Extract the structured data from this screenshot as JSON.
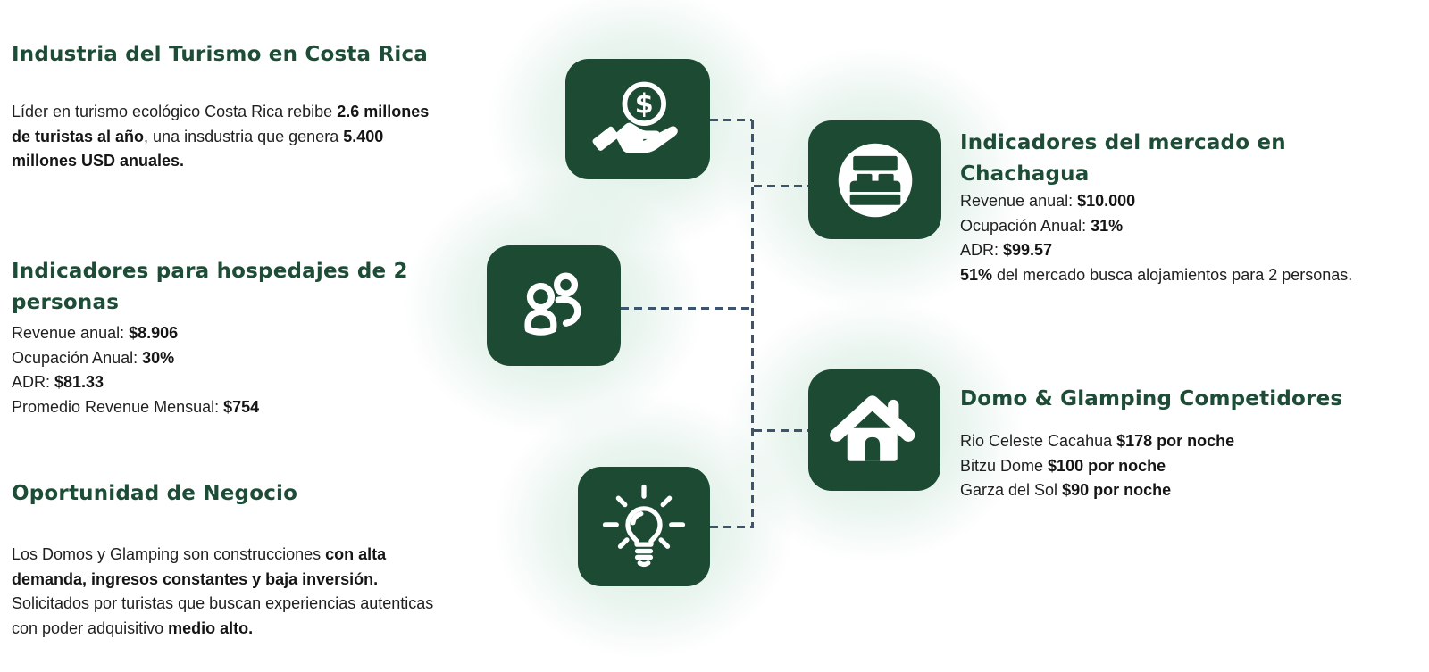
{
  "left": {
    "industry": {
      "title": "Industria del Turismo en Costa Rica",
      "intro": {
        "t1": "Líder en turismo ecológico Costa Rica rebibe ",
        "b1": "2.6 millones de turistas al año",
        "t2": ", una insdustria que genera ",
        "b2": "5.400 millones USD anuales."
      }
    },
    "lodging": {
      "title": "Indicadores para hospedajes de 2 personas",
      "stats": [
        {
          "pre": "Revenue anual: ",
          "bold": "$8.906",
          "post": ""
        },
        {
          "pre": "Ocupación Anual: ",
          "bold": "30%",
          "post": ""
        },
        {
          "pre": "ADR: ",
          "bold": "$81.33",
          "post": ""
        },
        {
          "pre": "Promedio Revenue Mensual: ",
          "bold": "$754",
          "post": ""
        }
      ]
    },
    "opportunity": {
      "title": "Oportunidad de Negocio",
      "body": {
        "t1": "Los Domos y Glamping son construcciones ",
        "b1": "con alta demanda, ingresos constantes y baja inversión.",
        "t2": " Solicitados por turistas que buscan experiencias autenticas con poder adquisitivo ",
        "b2": "medio alto."
      }
    }
  },
  "right": {
    "market": {
      "title": "Indicadores del mercado en Chachagua",
      "stats": [
        {
          "pre": "Revenue anual: ",
          "bold": "$10.000",
          "post": ""
        },
        {
          "pre": "Ocupación Anual: ",
          "bold": "31%",
          "post": ""
        },
        {
          "pre": "ADR: ",
          "bold": "$99.57",
          "post": ""
        },
        {
          "pre": "",
          "bold": "51%",
          "post": " del mercado busca alojamientos para 2 personas."
        }
      ]
    },
    "competitors": {
      "title": "Domo & Glamping Competidores",
      "items": [
        {
          "pre": "Rio Celeste Cacahua ",
          "bold": "$178 por noche",
          "post": ""
        },
        {
          "pre": "Bitzu Dome ",
          "bold": "$100 por noche",
          "post": ""
        },
        {
          "pre": "Garza del Sol ",
          "bold": "$90 por noche",
          "post": ""
        }
      ]
    }
  },
  "icons": {
    "coin_symbol": "$",
    "list": [
      {
        "id": "hand-coin-icon",
        "meaning": "hand holding dollar coin"
      },
      {
        "id": "bed-icon",
        "meaning": "double bed in circle"
      },
      {
        "id": "people-icon",
        "meaning": "two people outline"
      },
      {
        "id": "house-icon",
        "meaning": "house with chimney"
      },
      {
        "id": "lightbulb-icon",
        "meaning": "idea lightbulb with rays"
      }
    ]
  },
  "colors": {
    "heading_green": "#1d4d36",
    "icon_green": "#1d4a33",
    "body_text": "#1f1f1f",
    "dash_blue": "#3d546e",
    "glow_mint": "#8dc7aa"
  }
}
